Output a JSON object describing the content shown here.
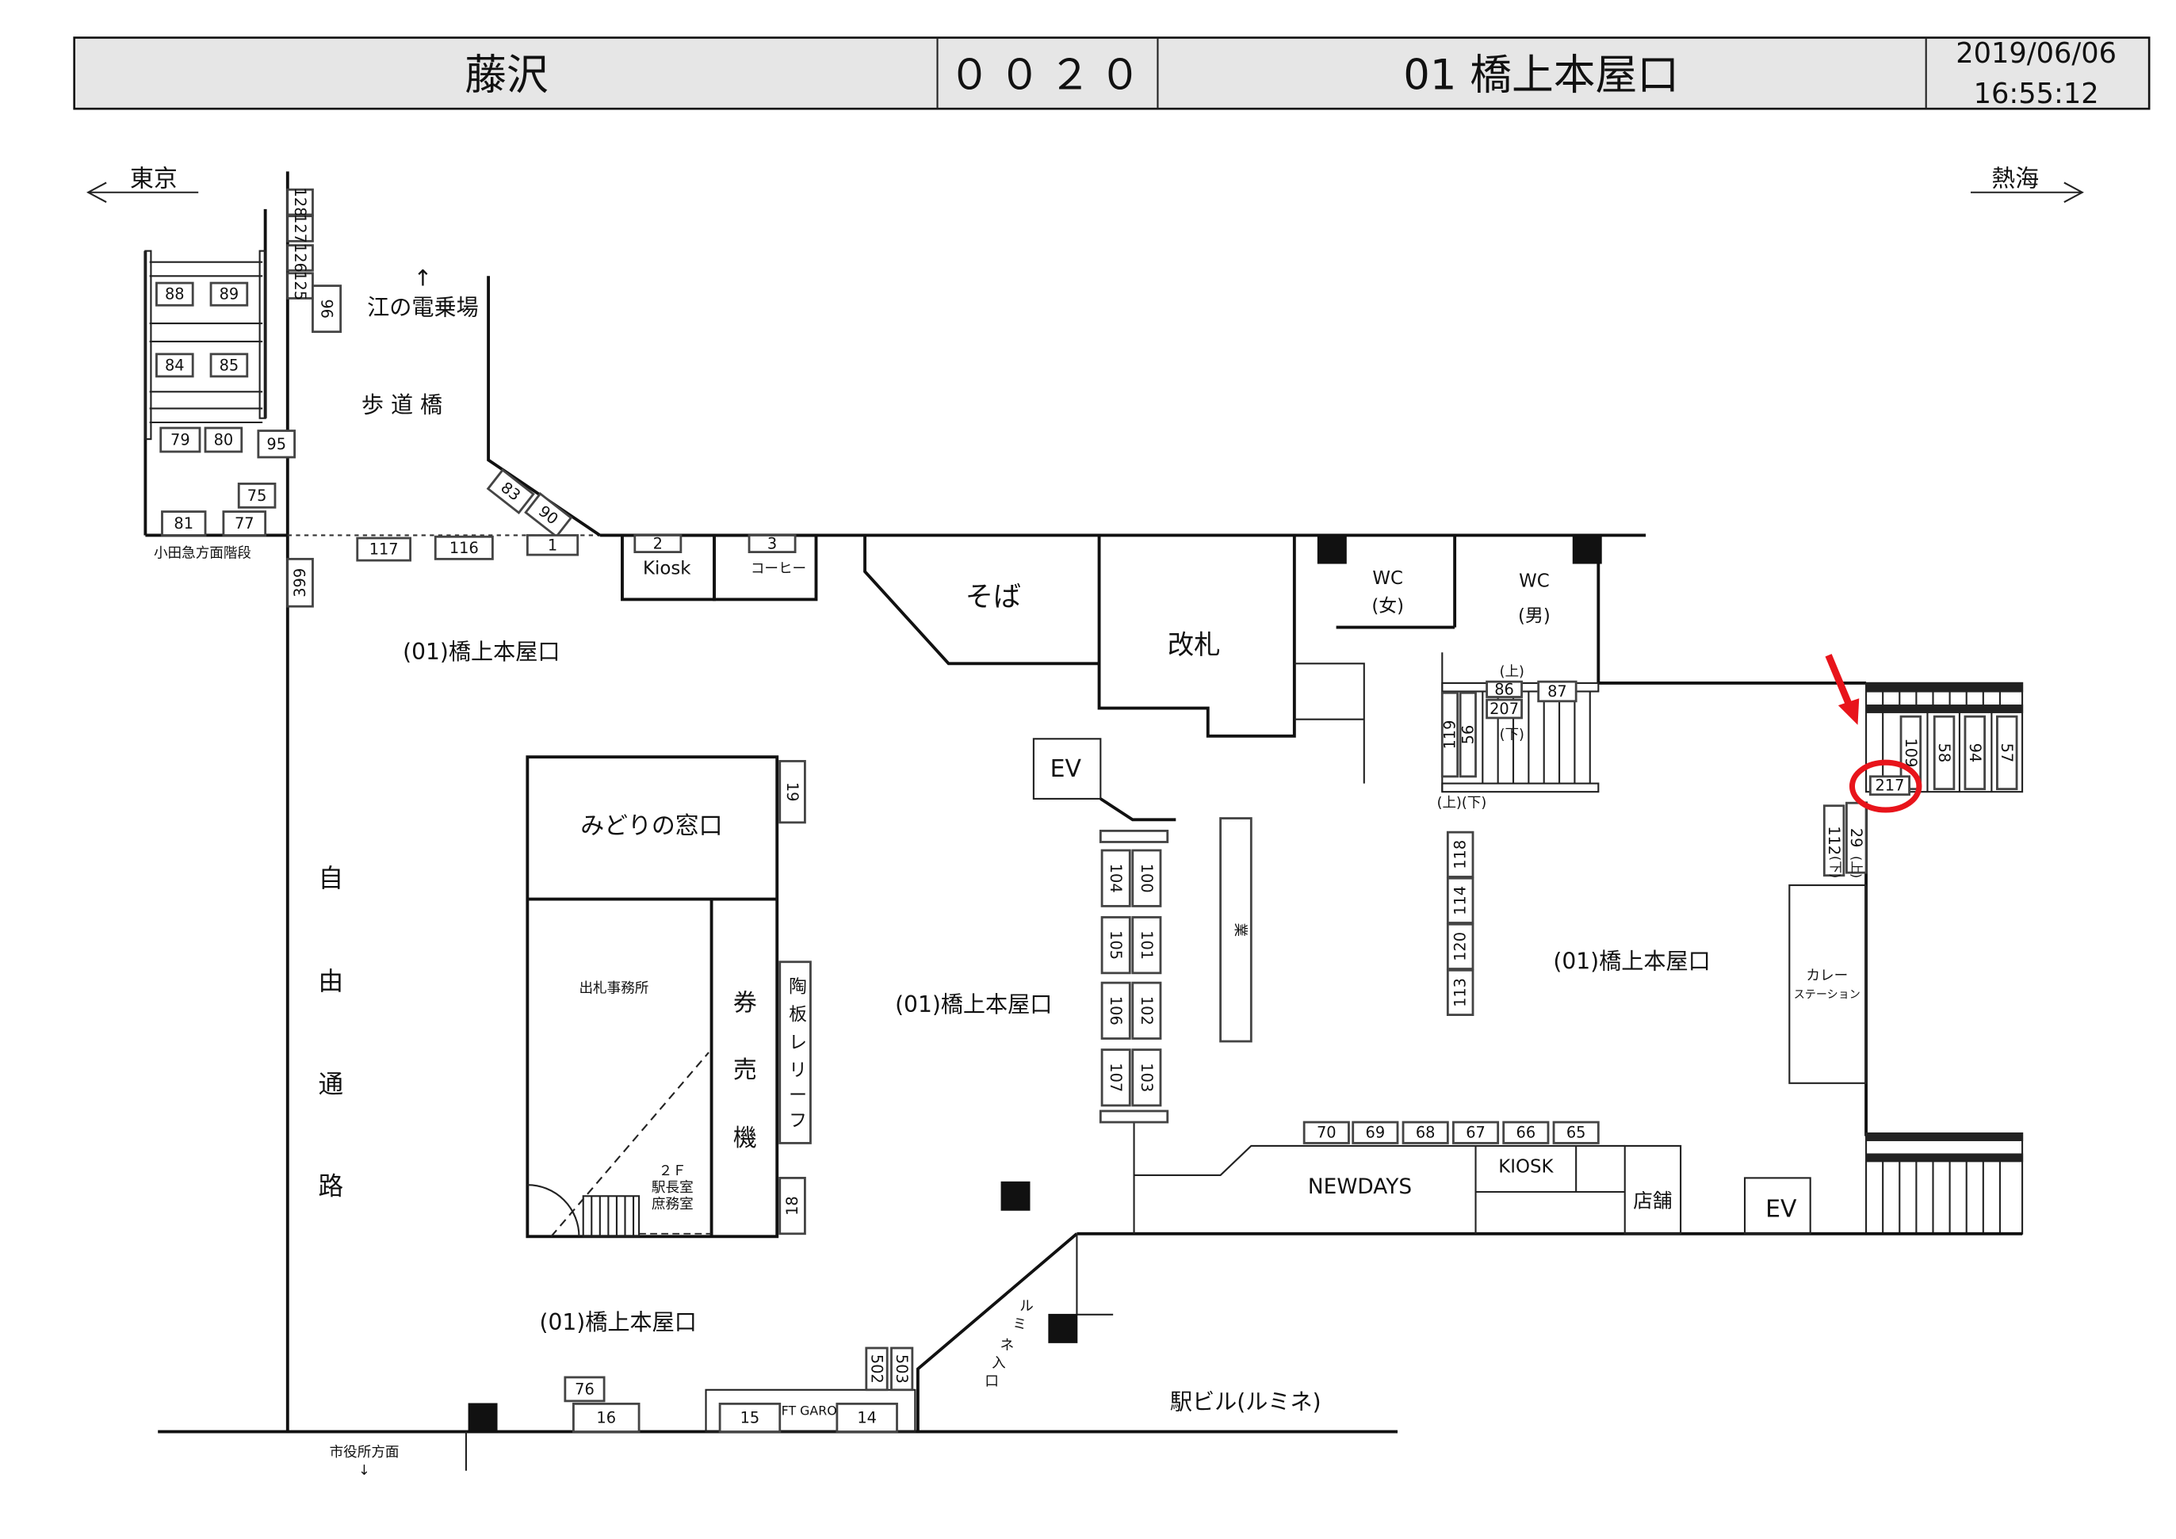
{
  "header": {
    "station": "藤沢",
    "code": "００２０",
    "exit_name": "01 橋上本屋口",
    "date": "2019/06/06",
    "time": "16:55:12"
  },
  "directions": {
    "left": "東京",
    "right": "熱海",
    "enoden_arrow": "↑",
    "city_hall_arrow": "↓"
  },
  "labels": {
    "enoden": "江の電乗場",
    "footbridge": "歩 道 橋",
    "odakyu_stairs": "小田急方面階段",
    "exit_1": "(01)橋上本屋口",
    "exit_2": "(01)橋上本屋口",
    "exit_3": "(01)橋上本屋口",
    "exit_4": "(01)橋上本屋口",
    "kiosk_small": "Kiosk",
    "coffee": "コーヒー",
    "soba": "そば",
    "gate": "改札",
    "wc_female_1": "WC",
    "wc_female_2": "(女)",
    "wc_male_1": "WC",
    "wc_male_2": "(男)",
    "ev_1": "EV",
    "ev_2": "EV",
    "midori": "みどりの窓口",
    "ticket_office": "出札事務所",
    "ticket_machine": [
      "券",
      "売",
      "機"
    ],
    "relief": [
      "陶",
      "板",
      "レ",
      "リ",
      "ー",
      "フ"
    ],
    "stationmaster": [
      "２Ｆ",
      "駅長室",
      "庶務室"
    ],
    "free_passage": [
      "自",
      "由",
      "通",
      "路"
    ],
    "newdays": "NEWDAYS",
    "kiosk": "KIOSK",
    "shop": "店舗",
    "curry_1": "カレー",
    "curry_2": "ステーション",
    "lumine_entrance": [
      "ル",
      "ミ",
      "ネ",
      "入",
      "口"
    ],
    "station_building": "駅ビル(ルミネ)",
    "city_hall": "市役所方面",
    "gyo": "業",
    "gift": "FT GARO",
    "up_1": "(上)",
    "down_1": "(下)",
    "updown": "(上)(下)",
    "down_2": "(下)",
    "up_2": "(上)"
  },
  "ad_boxes": {
    "b88": "88",
    "b89": "89",
    "b84": "84",
    "b85": "85",
    "b79": "79",
    "b80": "80",
    "b95": "95",
    "b75": "75",
    "b81": "81",
    "b77": "77",
    "b128": "128",
    "b127": "127",
    "b126": "126",
    "b125": "125",
    "b96": "96",
    "b83": "83",
    "b90": "90",
    "b117": "117",
    "b116": "116",
    "b1": "1",
    "b399": "399",
    "b2": "2",
    "b3": "3",
    "b19": "19",
    "b18": "18",
    "b104": "104",
    "b100": "100",
    "b105": "105",
    "b101": "101",
    "b106": "106",
    "b102": "102",
    "b107": "107",
    "b103": "103",
    "b118": "118",
    "b114": "114",
    "b120": "120",
    "b113": "113",
    "b119": "119",
    "b56": "56",
    "b86": "86",
    "b207": "207",
    "b87": "87",
    "b109": "109",
    "b58": "58",
    "b94": "94",
    "b57": "57",
    "b217": "217",
    "b112": "112",
    "b29": "29",
    "b70": "70",
    "b69": "69",
    "b68": "68",
    "b67": "67",
    "b66": "66",
    "b65": "65",
    "b76": "76",
    "b16": "16",
    "b15": "15",
    "b14": "14",
    "b502": "502",
    "b503": "503"
  },
  "highlight": {
    "target_box": "217",
    "color": "#e8141b"
  }
}
